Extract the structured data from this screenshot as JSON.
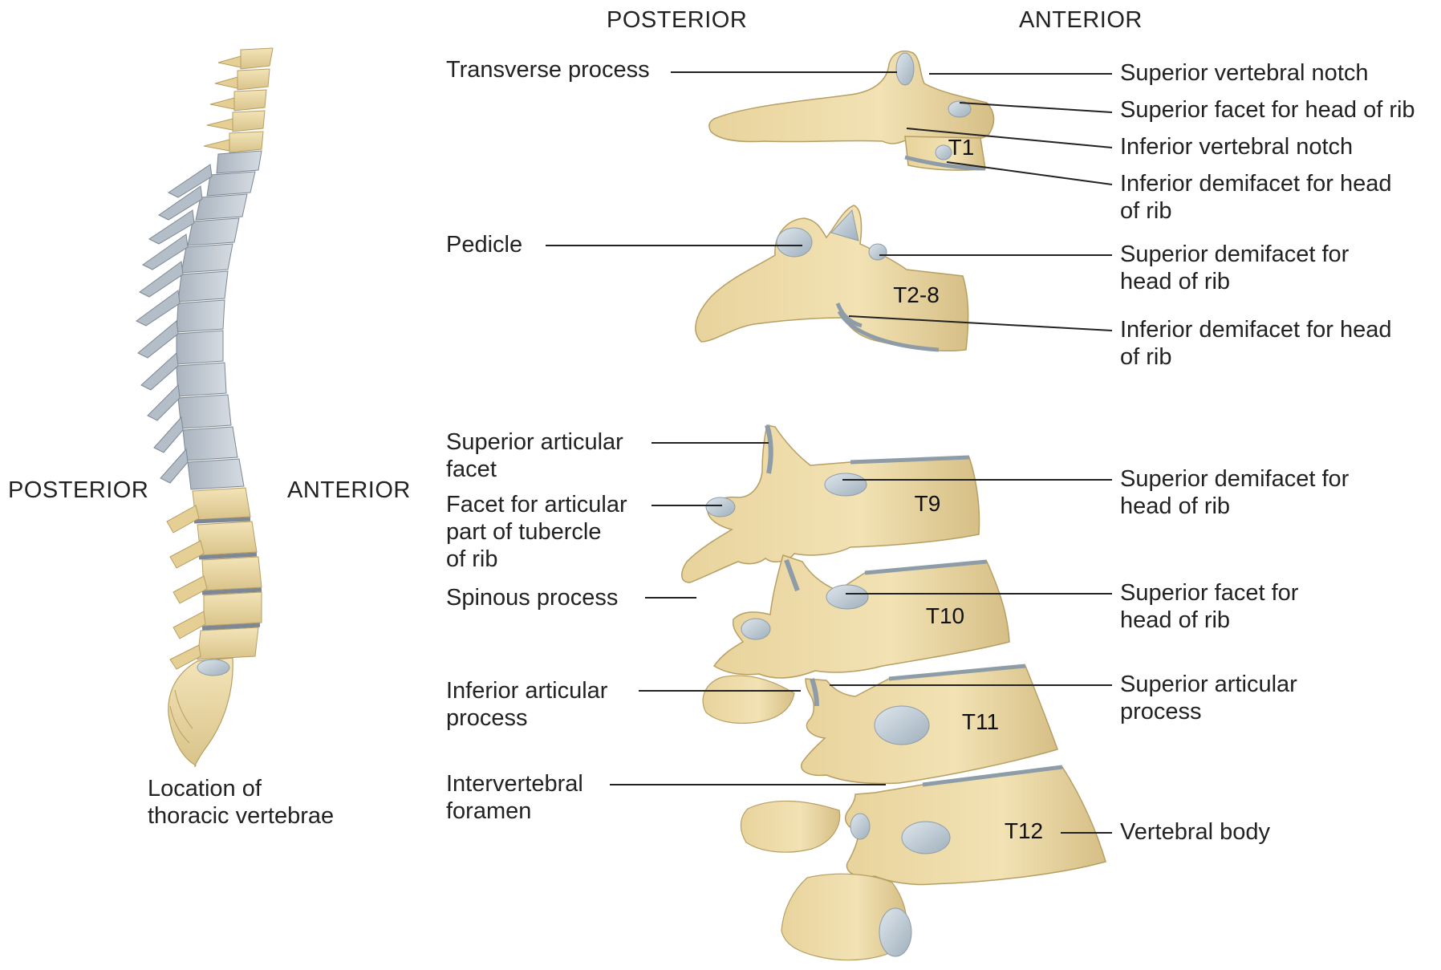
{
  "headers": {
    "posterior_top": "POSTERIOR",
    "anterior_top": "ANTERIOR",
    "posterior_side": "POSTERIOR",
    "anterior_side": "ANTERIOR"
  },
  "spine_caption": "Location of\nthoracic vertebrae",
  "vertebra_labels": {
    "t1": "T1",
    "t2_8": "T2-8",
    "t9": "T9",
    "t10": "T10",
    "t11": "T11",
    "t12": "T12"
  },
  "left_labels": {
    "transverse_process": "Transverse process",
    "pedicle": "Pedicle",
    "superior_articular_facet": "Superior articular\nfacet",
    "facet_for_articular_part": "Facet for articular\npart of tubercle\nof rib",
    "spinous_process": "Spinous process",
    "inferior_articular_process": "Inferior articular\nprocess",
    "intervertebral_foramen": "Intervertebral\nforamen"
  },
  "right_labels": {
    "superior_vertebral_notch": "Superior vertebral notch",
    "superior_facet_head_rib_t1": "Superior facet for head of rib",
    "inferior_vertebral_notch": "Inferior vertebral notch",
    "inferior_demifacet_t1": "Inferior demifacet for head\nof rib",
    "superior_demifacet_t2_8": "Superior demifacet for\nhead of rib",
    "inferior_demifacet_t2_8": "Inferior demifacet for head\nof rib",
    "superior_demifacet_t9": "Superior demifacet for\nhead of rib",
    "superior_facet_t10": "Superior facet for\nhead of rib",
    "superior_articular_process": "Superior articular\nprocess",
    "vertebral_body": "Vertebral body"
  },
  "colors": {
    "bone": "#ecd9a4",
    "bone_shadow": "#c9b27a",
    "facet": "#b9c6cf",
    "thoracic_highlight": "#c5cdd6",
    "leader_line": "#222222"
  }
}
